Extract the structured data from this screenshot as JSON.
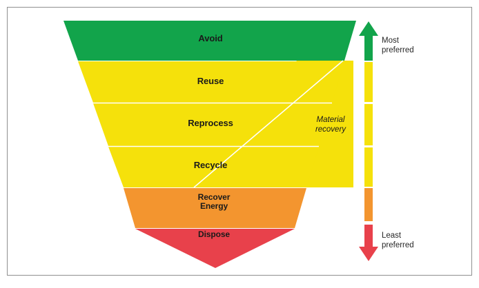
{
  "diagram": {
    "title": "Waste management hierarchy funnel",
    "frame": {
      "border_color": "#8f8f8f",
      "background": "#ffffff"
    },
    "tiers": [
      {
        "name": "avoid",
        "label": "Avoid",
        "color": "#12A44B",
        "font_size": 13
      },
      {
        "name": "reuse",
        "label": "Reuse",
        "color": "#F5E10B",
        "font_size": 13
      },
      {
        "name": "reprocess",
        "label": "Reprocess",
        "color": "#F5E10B",
        "font_size": 13
      },
      {
        "name": "recycle",
        "label": "Recycle",
        "color": "#F5E10B",
        "font_size": 13
      },
      {
        "name": "recover-energy",
        "label": "Recover\nEnergy",
        "color": "#F3952F",
        "font_size": 12
      },
      {
        "name": "dispose",
        "label": "Dispose",
        "color": "#E8414B",
        "font_size": 12
      }
    ],
    "bracket": {
      "label": "Material\nrecovery",
      "color": "#F5E10B"
    },
    "arrow": {
      "top_label": "Most\npreferred",
      "bottom_label": "Least\npreferred",
      "head_up_color": "#12A44B",
      "head_down_color": "#E8414B",
      "segment_colors": [
        "#12A44B",
        "#F5E10B",
        "#F5E10B",
        "#F5E10B",
        "#F3952F",
        "#E8414B"
      ]
    }
  }
}
